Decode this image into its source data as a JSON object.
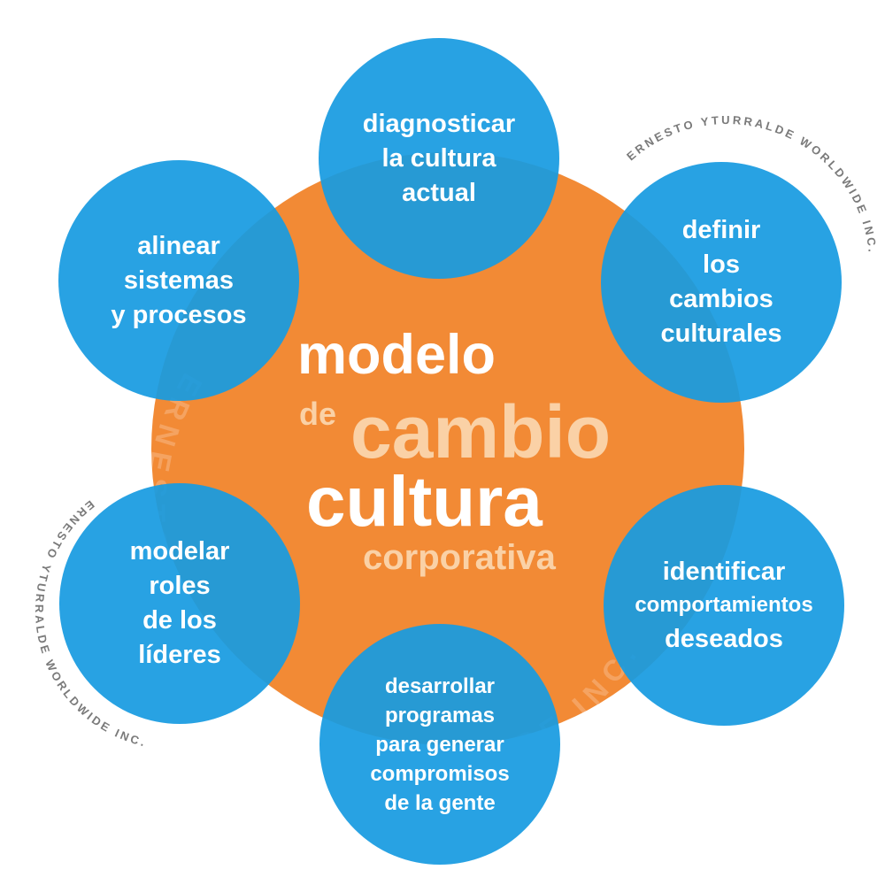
{
  "colors": {
    "orange": "#F28A35",
    "blue": "#1A9DE0",
    "white": "#FFFFFF",
    "peach": "#FAD1A6",
    "watermark_gray": "#7A7A7A"
  },
  "center": {
    "line1": "modelo",
    "line2_small": "de",
    "line2_big": "cambio",
    "line3": "cultura",
    "line4": "corporativa"
  },
  "nodes": [
    {
      "id": "diagnosticar",
      "lines": [
        "diagnosticar",
        "la cultura",
        "actual"
      ]
    },
    {
      "id": "definir",
      "lines": [
        "definir",
        "los",
        "cambios",
        "culturales"
      ]
    },
    {
      "id": "identificar",
      "lines": [
        "identificar",
        "comportamientos",
        "deseados"
      ]
    },
    {
      "id": "desarrollar",
      "lines": [
        "desarrollar",
        "programas",
        "para generar",
        "compromisos",
        "de la gente"
      ]
    },
    {
      "id": "modelar",
      "lines": [
        "modelar",
        "roles",
        "de los",
        "líderes"
      ]
    },
    {
      "id": "alinear",
      "lines": [
        "alinear",
        "sistemas",
        "y procesos"
      ]
    }
  ],
  "watermark": "ERNESTO YTURRALDE WORLDWIDE INC."
}
